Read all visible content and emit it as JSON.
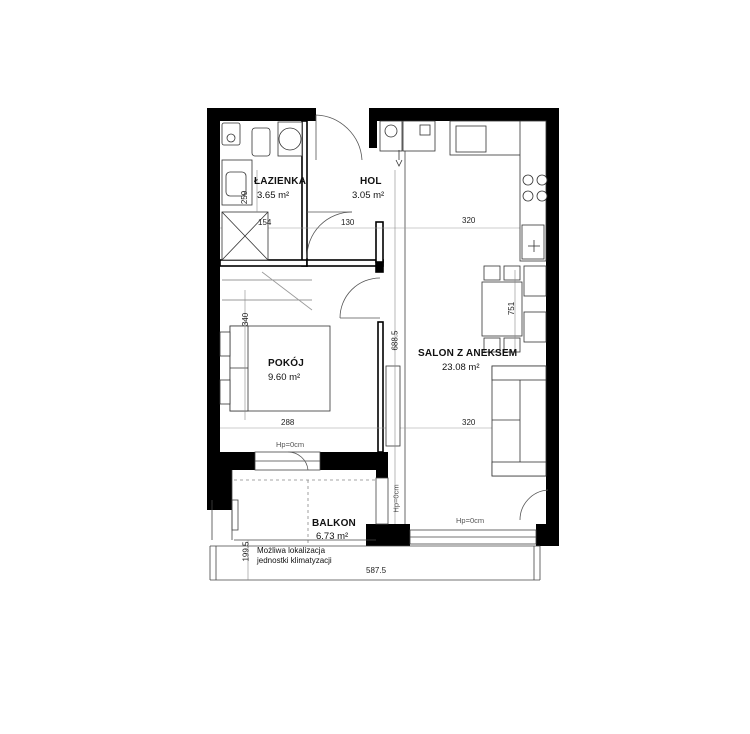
{
  "rooms": {
    "bathroom": {
      "name": "ŁAZIENKA",
      "area": "3.65 m²"
    },
    "hall": {
      "name": "HOL",
      "area": "3.05 m²"
    },
    "living": {
      "name": "SALON Z ANEKSEM",
      "area": "23.08 m²"
    },
    "bedroom": {
      "name": "POKÓJ",
      "area": "9.60 m²"
    },
    "balcony": {
      "name": "BALKON",
      "area": "6.73 m²"
    }
  },
  "dimensions": {
    "d259": "259",
    "d154": "154",
    "d130": "130",
    "d320_top": "320",
    "d340": "340",
    "d751": "751",
    "d6885": "688.5",
    "d288": "288",
    "d320_bottom": "320",
    "d1995": "199.5",
    "d5875": "587.5"
  },
  "thresholds": {
    "bedroom": "Hp=0cm",
    "balcony_side": "Hp=0cm",
    "living": "Hp=0cm"
  },
  "notes": {
    "ac_line1": "Możliwa lokalizacja",
    "ac_line2": "jednostki klimatyzacji"
  },
  "colors": {
    "wall": "#000000",
    "line": "#555555",
    "dim_line": "#777777"
  }
}
